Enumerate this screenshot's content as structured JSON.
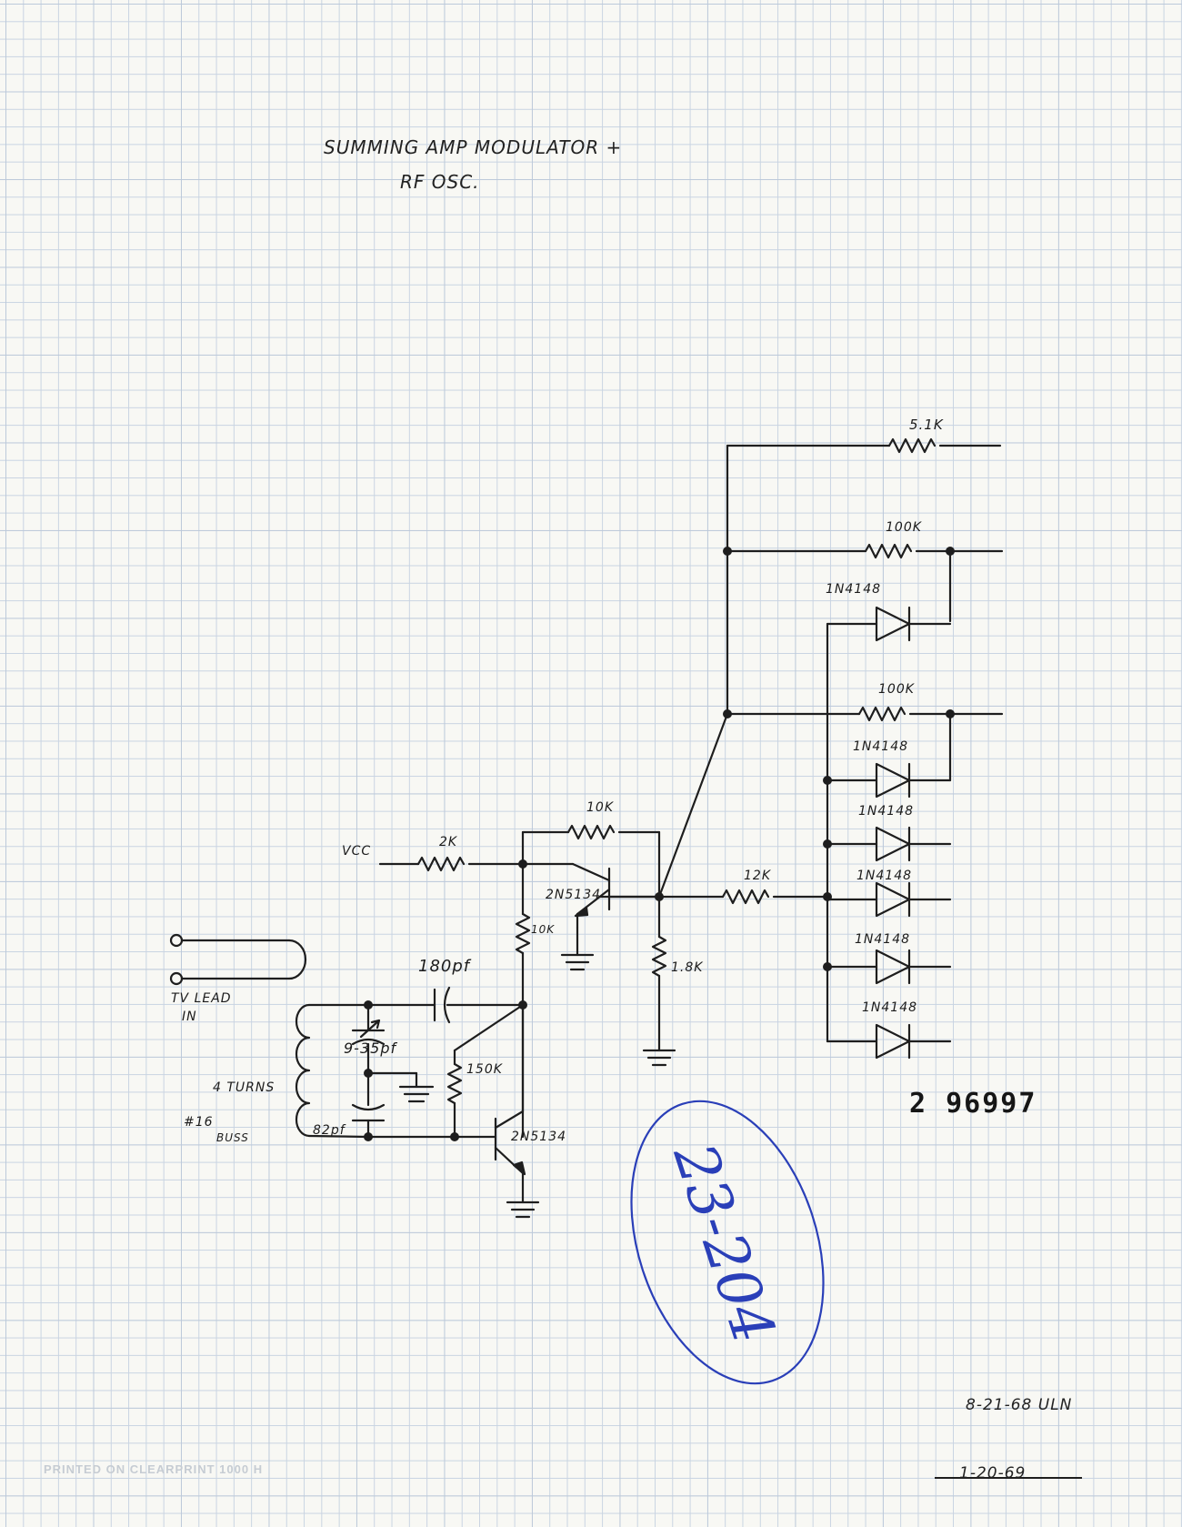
{
  "title": {
    "line1": "SUMMING AMP MODULATOR +",
    "line2": "RF OSC."
  },
  "labels": {
    "r_5k1": "5.1K",
    "r_100k_a": "100K",
    "d_1": "1N4148",
    "r_100k_b": "100K",
    "d_2": "1N4148",
    "r_10k_fb": "10K",
    "d_3": "1N4148",
    "vcc": "VCC",
    "r_2k": "2K",
    "q_upper": "2N5134",
    "r_12k": "12K",
    "d_4": "1N4148",
    "r_10k": "10K",
    "r_1k8": "1.8K",
    "d_5": "1N4148",
    "c_180": "180pf",
    "d_6": "1N4148",
    "tv_lead_1": "TV LEAD",
    "tv_lead_2": "IN",
    "c_trim": "9-35pf",
    "r_150k": "150K",
    "turns": "4 TURNS",
    "wire_1": "#16",
    "wire_2": "BUSS",
    "c_82": "82pf",
    "q_lower": "2N5134"
  },
  "stamp_number": "2 96997",
  "blue_mark": "23-204",
  "dates": {
    "date_1": "8-21-68 ULN",
    "date_2": "1-20-69"
  },
  "watermark": "PRINTED ON CLEARPRINT 1000 H"
}
